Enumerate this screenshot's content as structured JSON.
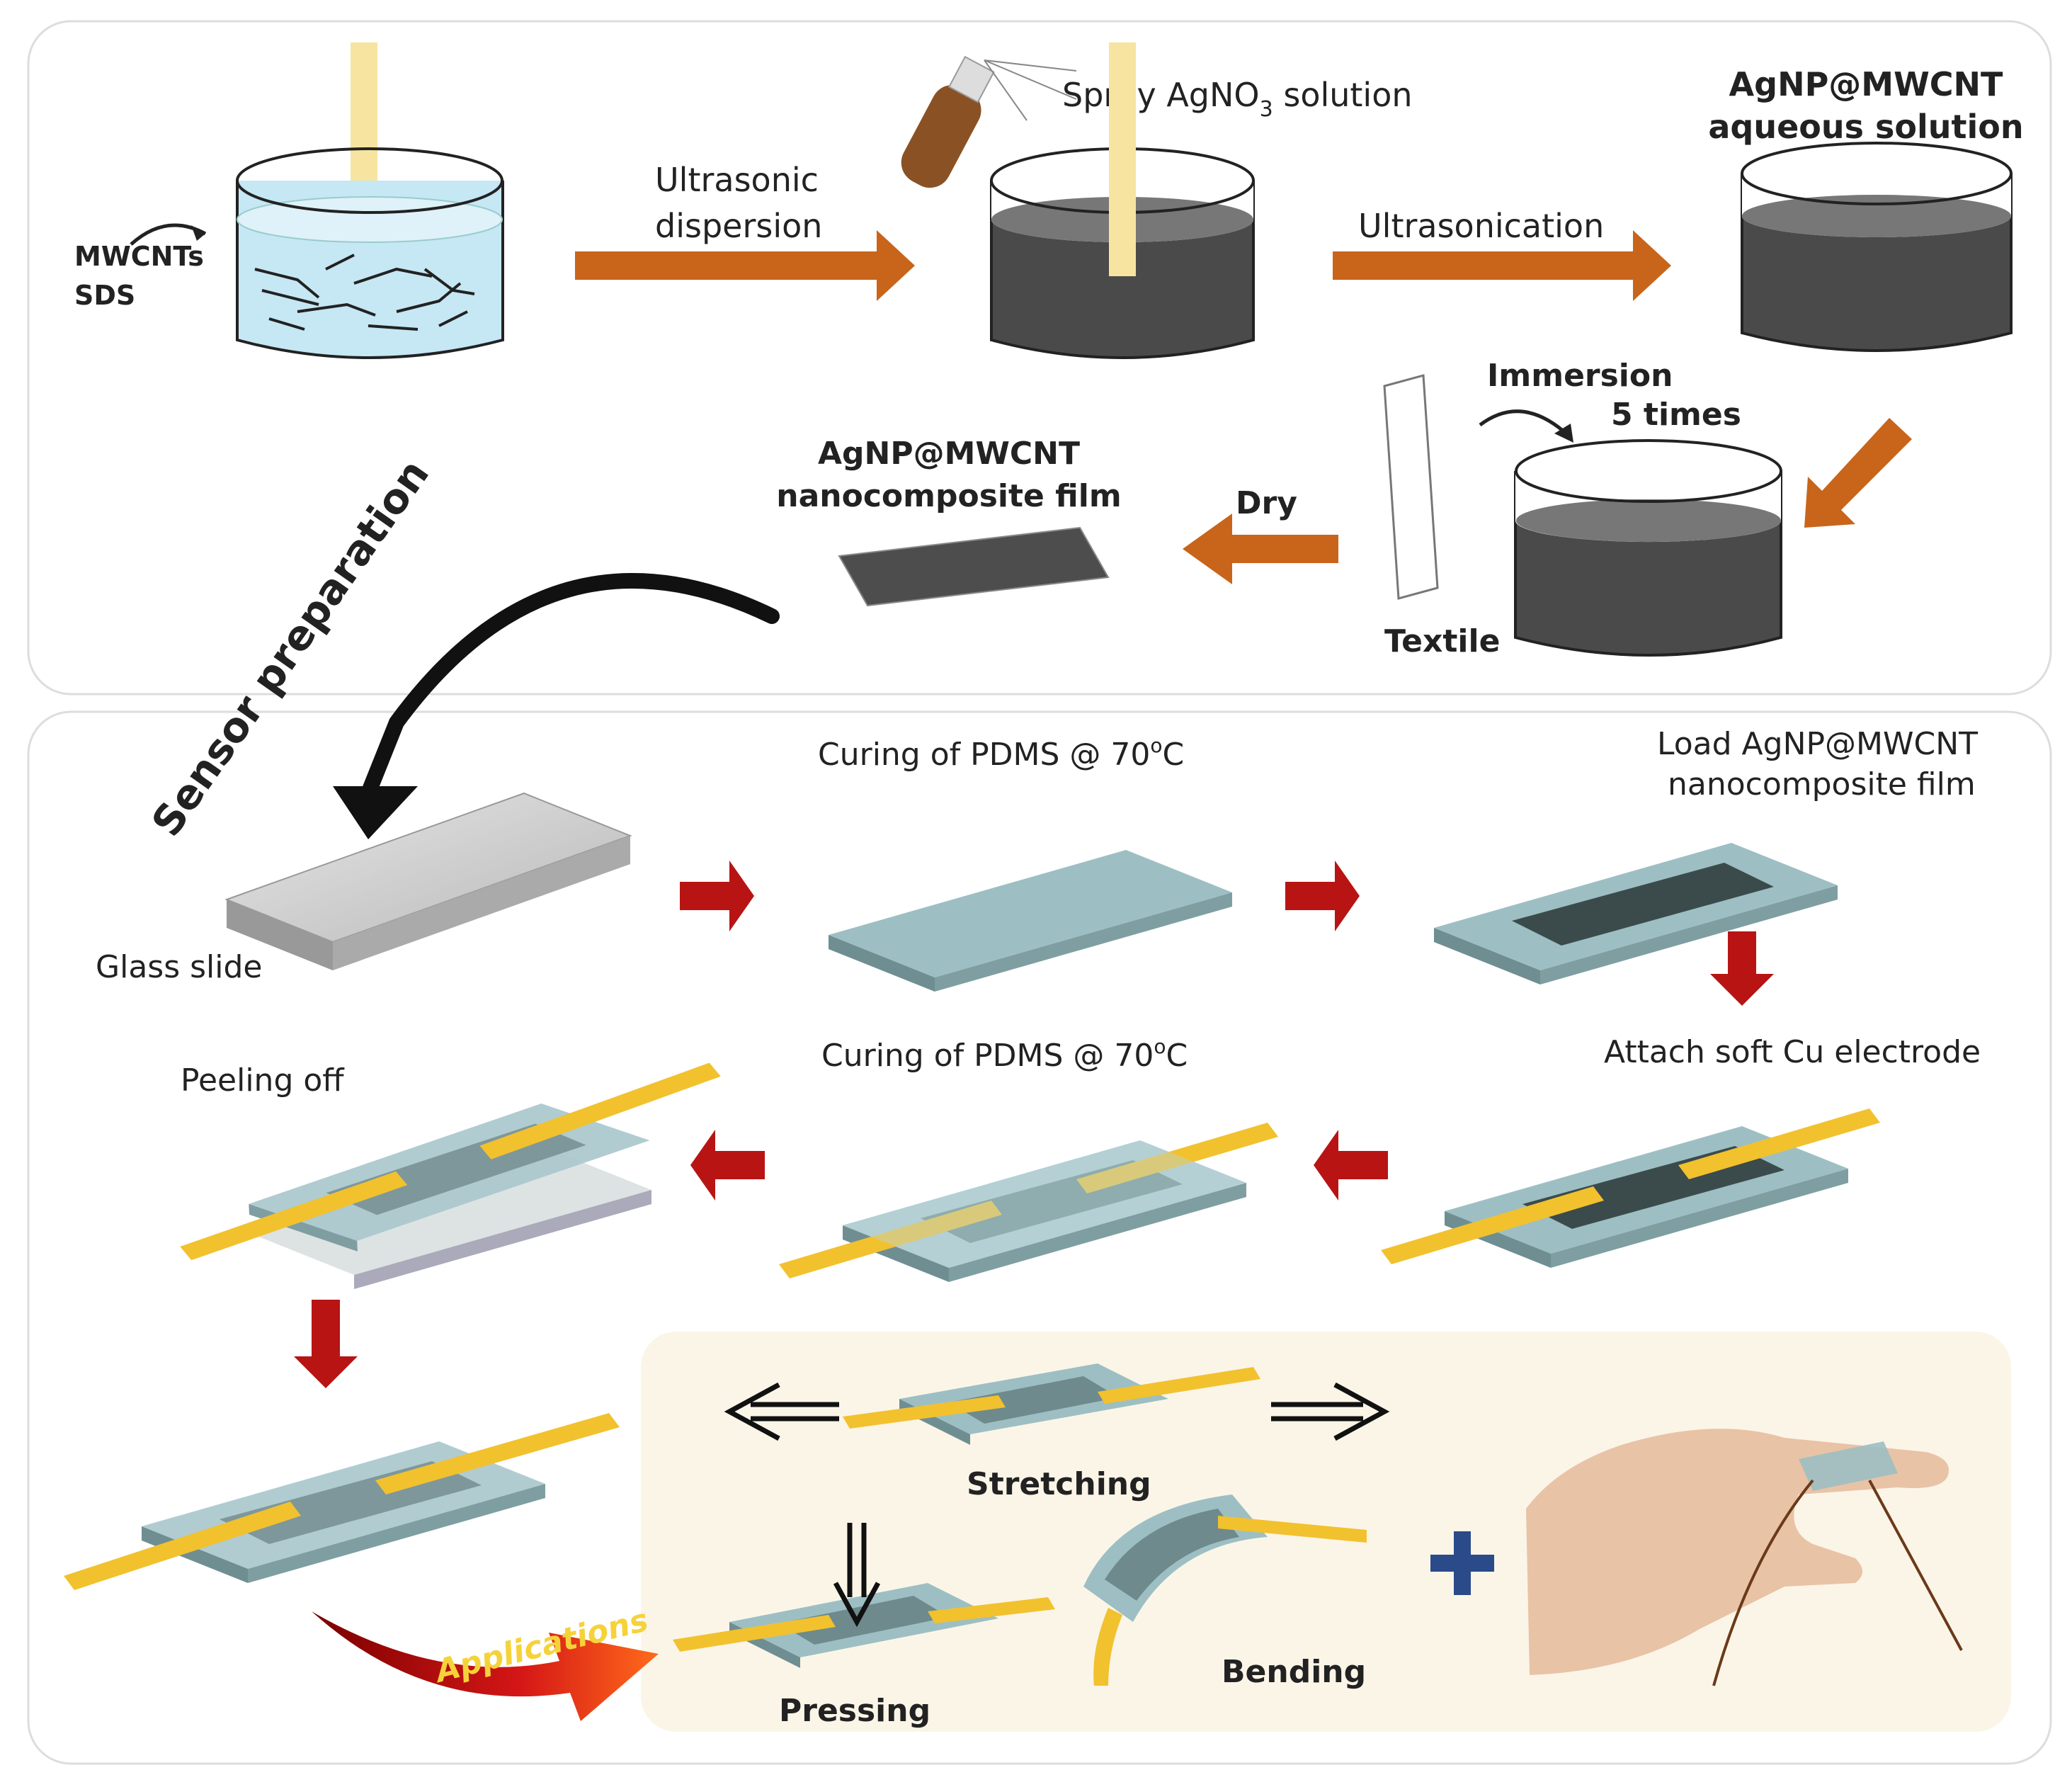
{
  "synthesis": {
    "reagents_line1": "MWCNTs",
    "reagents_line2": "SDS",
    "step1_line1": "Ultrasonic",
    "step1_line2": "dispersion",
    "spray_prefix": "Spray AgNO",
    "spray_sub": "3",
    "spray_suffix": " solution",
    "step2": "Ultrasonication",
    "product_line1": "AgNP@MWCNT",
    "product_line2": "aqueous solution",
    "immersion_line1": "Immersion",
    "immersion_line2": "5 times",
    "textile": "Textile",
    "dry": "Dry",
    "film_line1": "AgNP@MWCNT",
    "film_line2": "nanocomposite film"
  },
  "sensor": {
    "arc_label": "Sensor preparation",
    "glass_slide": "Glass slide",
    "curing1_prefix": "Curing of PDMS @ 70",
    "curing1_sup": "o",
    "curing1_suffix": "C",
    "load_line1": "Load AgNP@MWCNT",
    "load_line2": "nanocomposite film",
    "attach": "Attach soft Cu electrode",
    "curing2_prefix": "Curing of PDMS @ 70",
    "curing2_sup": "o",
    "curing2_suffix": "C",
    "peeling": "Peeling off"
  },
  "applications": {
    "arrow_label": "Applications",
    "stretching": "Stretching",
    "pressing": "Pressing",
    "bending": "Bending"
  },
  "colors": {
    "orange_arrow": "#c8651a",
    "red_arrow": "#b81414",
    "pdms": "#8fb3b8",
    "electrode": "#f2c12e",
    "liquid_dark": "#4a4a4a",
    "water": "#bfe4f2"
  }
}
